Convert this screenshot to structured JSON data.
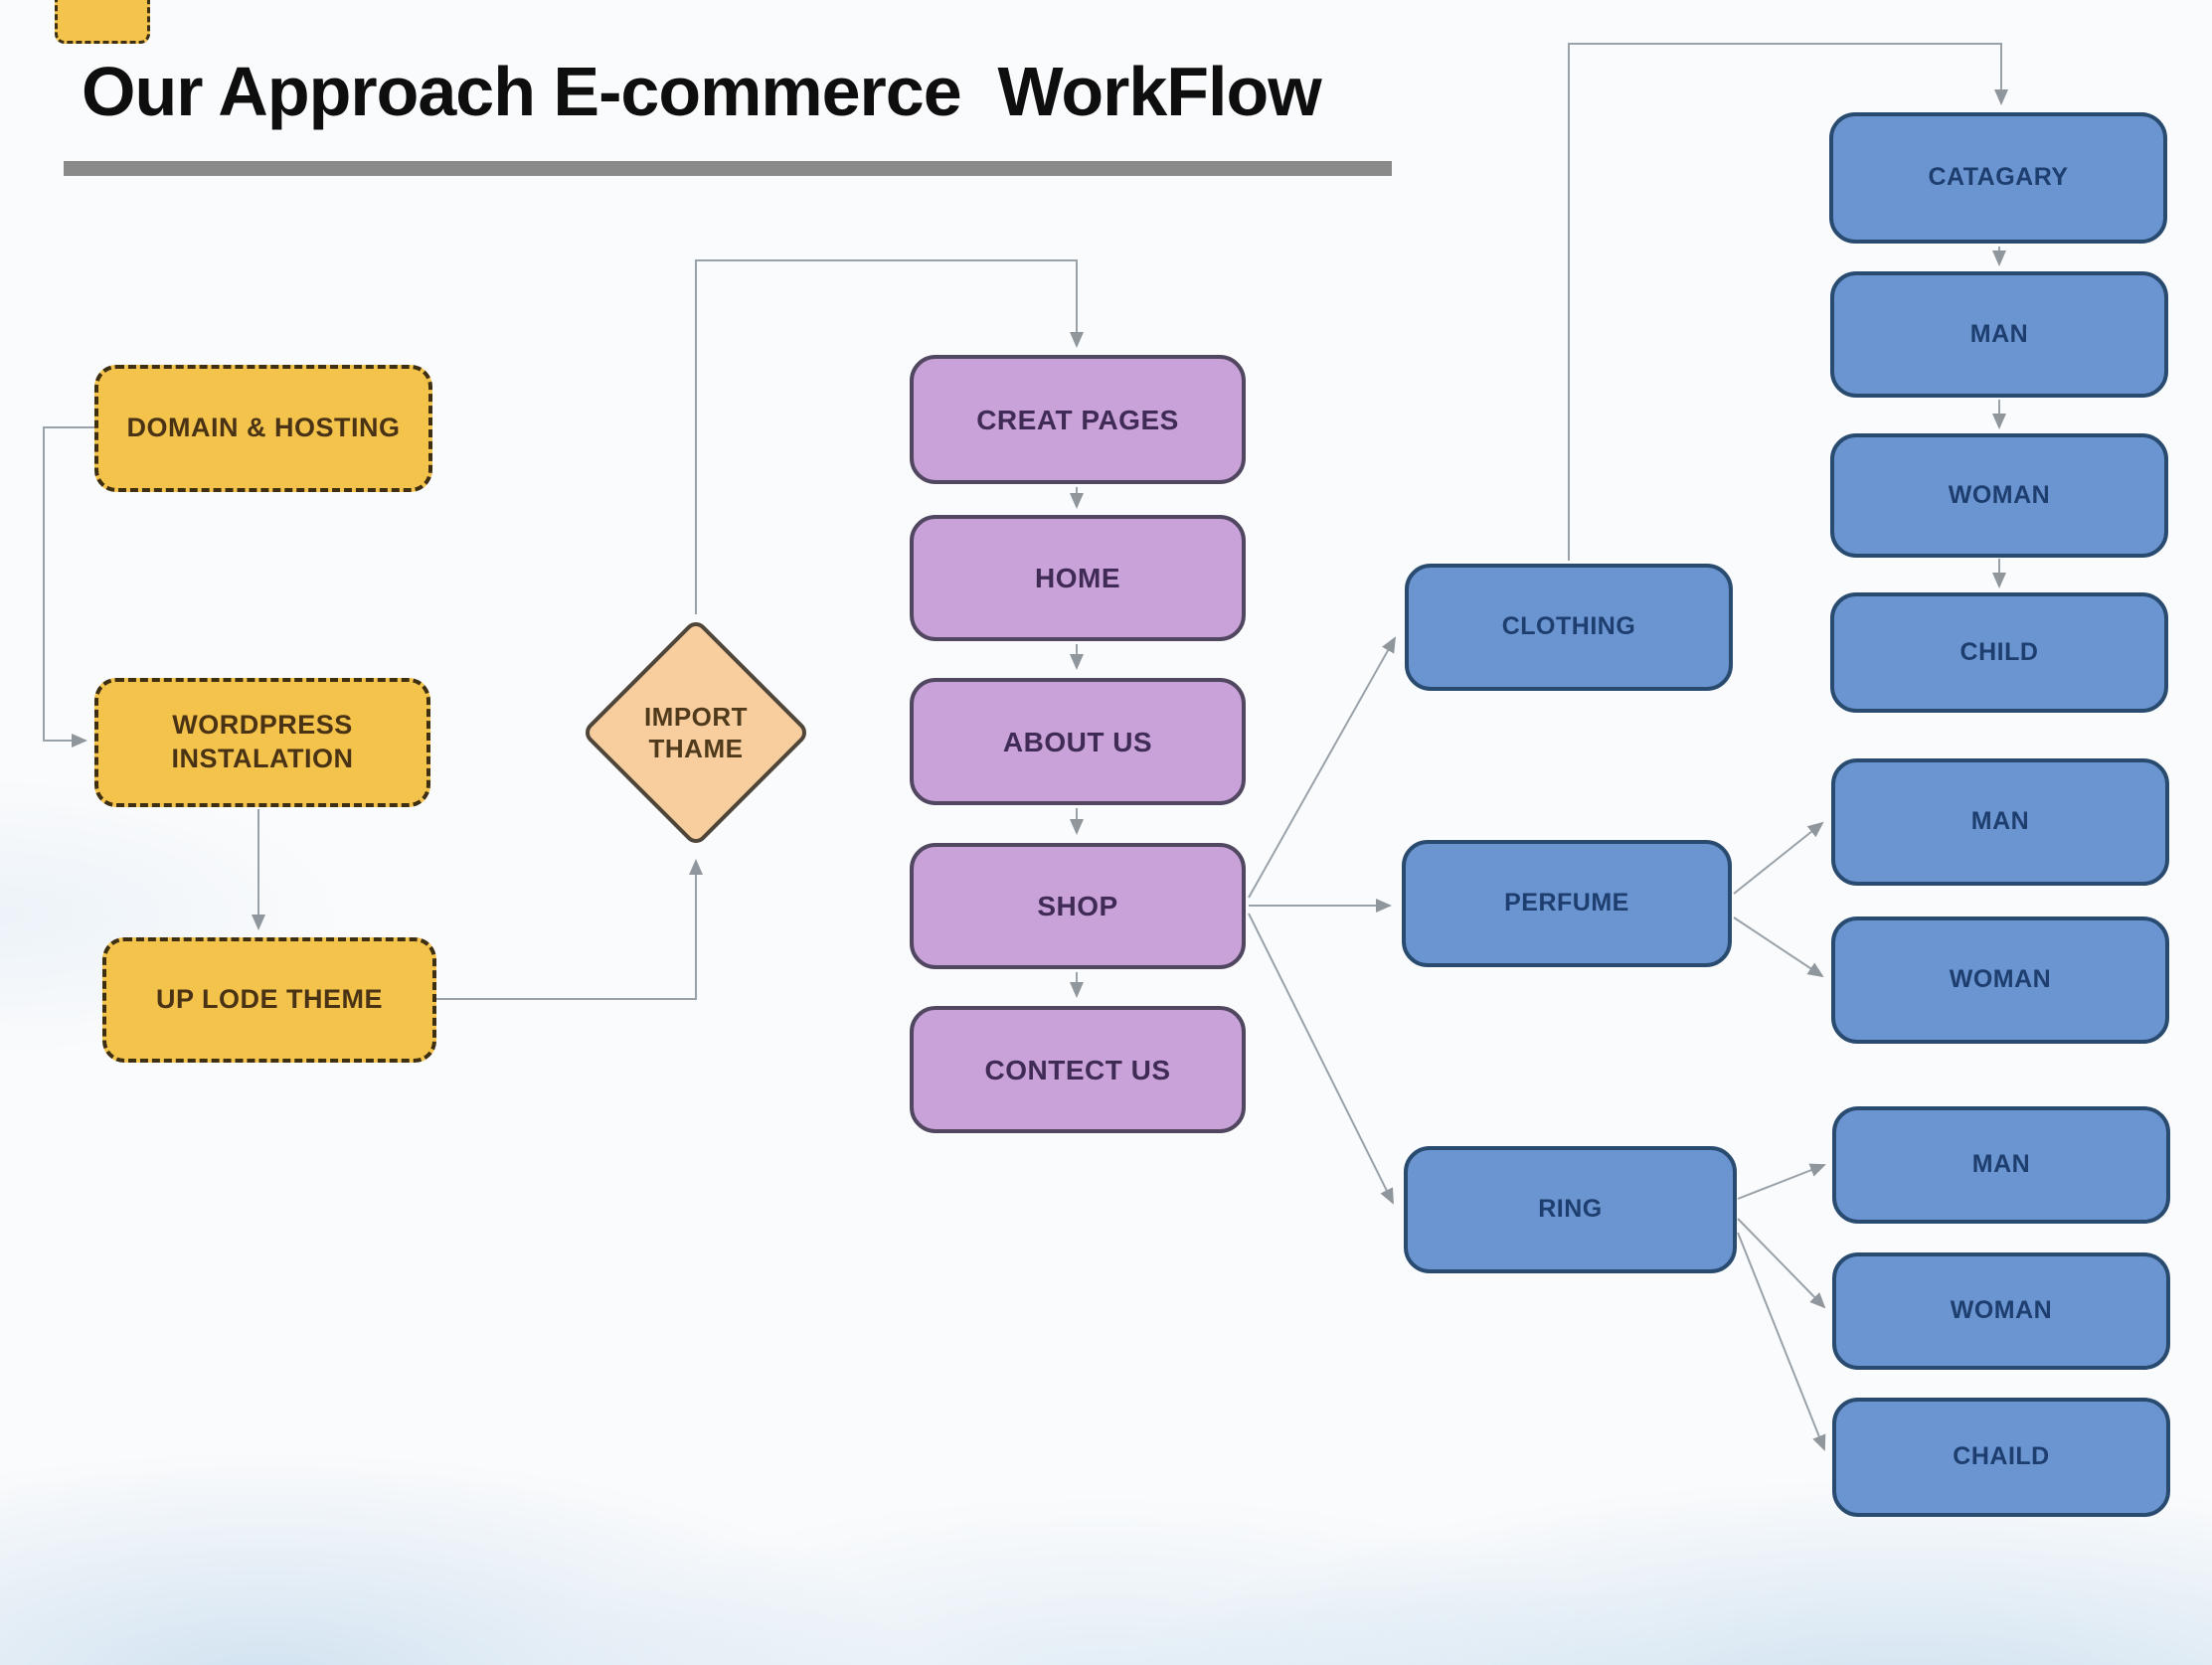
{
  "title": "Our Approach E-commerce  WorkFlow",
  "flowchart": {
    "setup": {
      "domain_hosting": "DOMAIN & HOSTING",
      "wordpress_instalation": "WORDPRESS\nINSTALATION",
      "uplode_theme": "UP LODE THEME",
      "import_thame": "IMPORT\nTHAME"
    },
    "pages": {
      "creat_pages": "CREAT PAGES",
      "home": "HOME",
      "about_us": "ABOUT US",
      "shop": "SHOP",
      "contect_us": "CONTECT US"
    },
    "categories": {
      "clothing": "CLOTHING",
      "perfume": "PERFUME",
      "ring": "RING"
    },
    "clothing_children": {
      "catagary": "CATAGARY",
      "man": "MAN",
      "woman": "WOMAN",
      "child": "CHILD"
    },
    "perfume_children": {
      "man": "MAN",
      "woman": "WOMAN"
    },
    "ring_children": {
      "man": "MAN",
      "woman": "WOMAN",
      "chaild": "CHAILD"
    }
  },
  "colors": {
    "yellow_fill": "#f3c34c",
    "yellow_border": "#3f2f12",
    "diamond_fill": "#f8ce9e",
    "purple_fill": "#c8a2d8",
    "purple_border": "#514761",
    "blue_fill": "#6b95d1",
    "blue_border": "#2a4b70",
    "blue_text": "#1d3e6e",
    "connector": "#9aa2a9",
    "underline": "#8a8a8a",
    "title_text": "#0e0e0e"
  }
}
